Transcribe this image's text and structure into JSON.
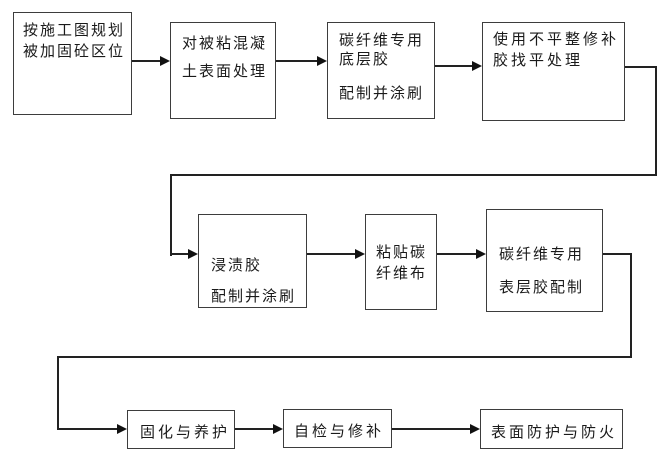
{
  "diagram": {
    "title_hint": "CFRP strengthening construction process flowchart",
    "background_color": "#ffffff",
    "box_border_color": "#3d3d3d",
    "connector_color": "#222222",
    "text_color": "#1a1a1a"
  },
  "nodes": {
    "n1": {
      "lines": [
        "按施工图规划",
        "被加固砼区位"
      ]
    },
    "n2": {
      "lines": [
        "对被粘混凝",
        "土表面处理"
      ]
    },
    "n3": {
      "lines": [
        "碳纤维专用",
        "底层胶",
        "配制并涂刷"
      ]
    },
    "n4": {
      "lines": [
        "使用不平整修补",
        "胶找平处理"
      ]
    },
    "n5": {
      "lines": [
        "浸渍胶",
        "配制并涂刷"
      ]
    },
    "n6": {
      "lines": [
        "粘贴碳",
        "纤维布"
      ]
    },
    "n7": {
      "lines": [
        "碳纤维专用",
        "表层胶配制"
      ]
    },
    "n8": {
      "lines": [
        "固化与养护"
      ]
    },
    "n9": {
      "lines": [
        "自检与修补"
      ]
    },
    "n10": {
      "lines": [
        "表面防护与防火"
      ]
    }
  },
  "edges": [
    {
      "from": "n1",
      "to": "n2"
    },
    {
      "from": "n2",
      "to": "n3"
    },
    {
      "from": "n3",
      "to": "n4"
    },
    {
      "from": "n4",
      "to": "n5"
    },
    {
      "from": "n5",
      "to": "n6"
    },
    {
      "from": "n6",
      "to": "n7"
    },
    {
      "from": "n7",
      "to": "n8"
    },
    {
      "from": "n8",
      "to": "n9"
    },
    {
      "from": "n9",
      "to": "n10"
    }
  ]
}
